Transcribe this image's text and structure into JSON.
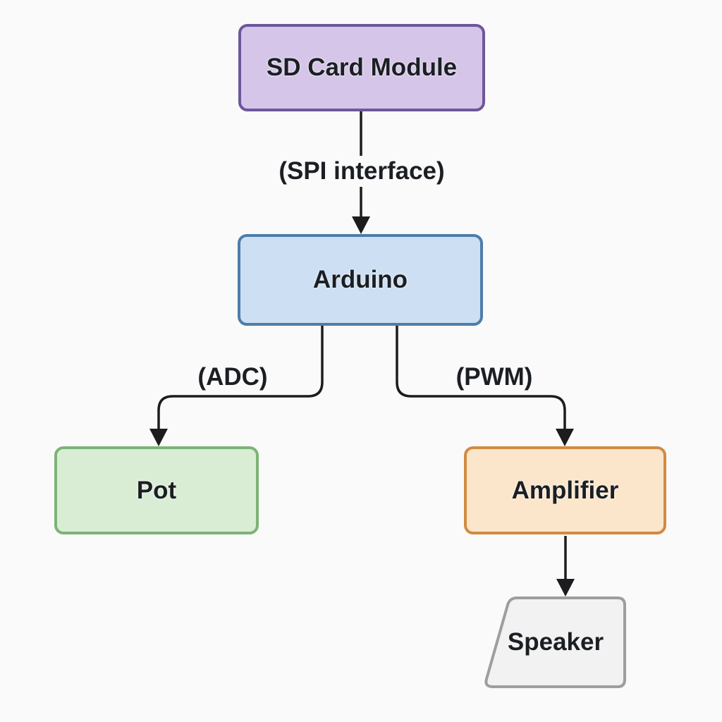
{
  "diagram": {
    "type": "flowchart",
    "direction": "top-down",
    "nodes": {
      "sd_card": {
        "label": "SD Card Module",
        "shape": "rounded-rectangle",
        "fill": "#d5c5e8",
        "border": "#6d579b"
      },
      "arduino": {
        "label": "Arduino",
        "shape": "rounded-rectangle",
        "fill": "#cddff2",
        "border": "#4e7da8"
      },
      "pot": {
        "label": "Pot",
        "shape": "rounded-rectangle",
        "fill": "#d9edd5",
        "border": "#7db377"
      },
      "amplifier": {
        "label": "Amplifier",
        "shape": "rounded-rectangle",
        "fill": "#fbe6cb",
        "border": "#d28a43"
      },
      "speaker": {
        "label": "Speaker",
        "shape": "trapezoid",
        "fill": "#f2f2f2",
        "border": "#9e9e9e"
      }
    },
    "edges": [
      {
        "from": "SD Card Module",
        "to": "Arduino",
        "label": "(SPI interface)"
      },
      {
        "from": "Arduino",
        "to": "Pot",
        "label": "(ADC)"
      },
      {
        "from": "Arduino",
        "to": "Amplifier",
        "label": "(PWM)"
      },
      {
        "from": "Amplifier",
        "to": "Speaker",
        "label": ""
      }
    ],
    "colors": {
      "background": "#fafafa",
      "line": "#1c1c1e",
      "text": "#1b1f24"
    }
  }
}
